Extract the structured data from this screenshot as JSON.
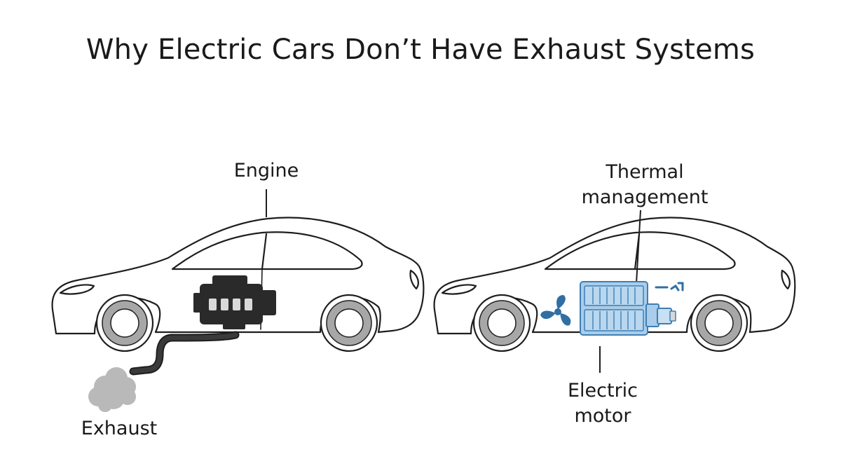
{
  "title": "Why Electric Cars Don’t Have Exhaust Systems",
  "labels": {
    "engine": "Engine",
    "exhaust": "Exhaust",
    "thermal_line1": "Thermal",
    "thermal_line2": "management",
    "motor_line1": "Electric",
    "motor_line2": "motor"
  },
  "colors": {
    "outline": "#1e1e1e",
    "wheel_rim": "#a7a7a7",
    "engine_block": "#2a2a2a",
    "smoke": "#b9b9b9",
    "motor_fill": "#a9cdea",
    "motor_stroke": "#3f7fb3",
    "fan": "#2f6fa3"
  },
  "icons": {
    "left_car": "gasoline-car-icon",
    "right_car": "electric-car-icon",
    "engine": "engine-icon",
    "smoke": "smoke-cloud-icon",
    "fan": "fan-icon",
    "battery": "battery-motor-icon"
  }
}
